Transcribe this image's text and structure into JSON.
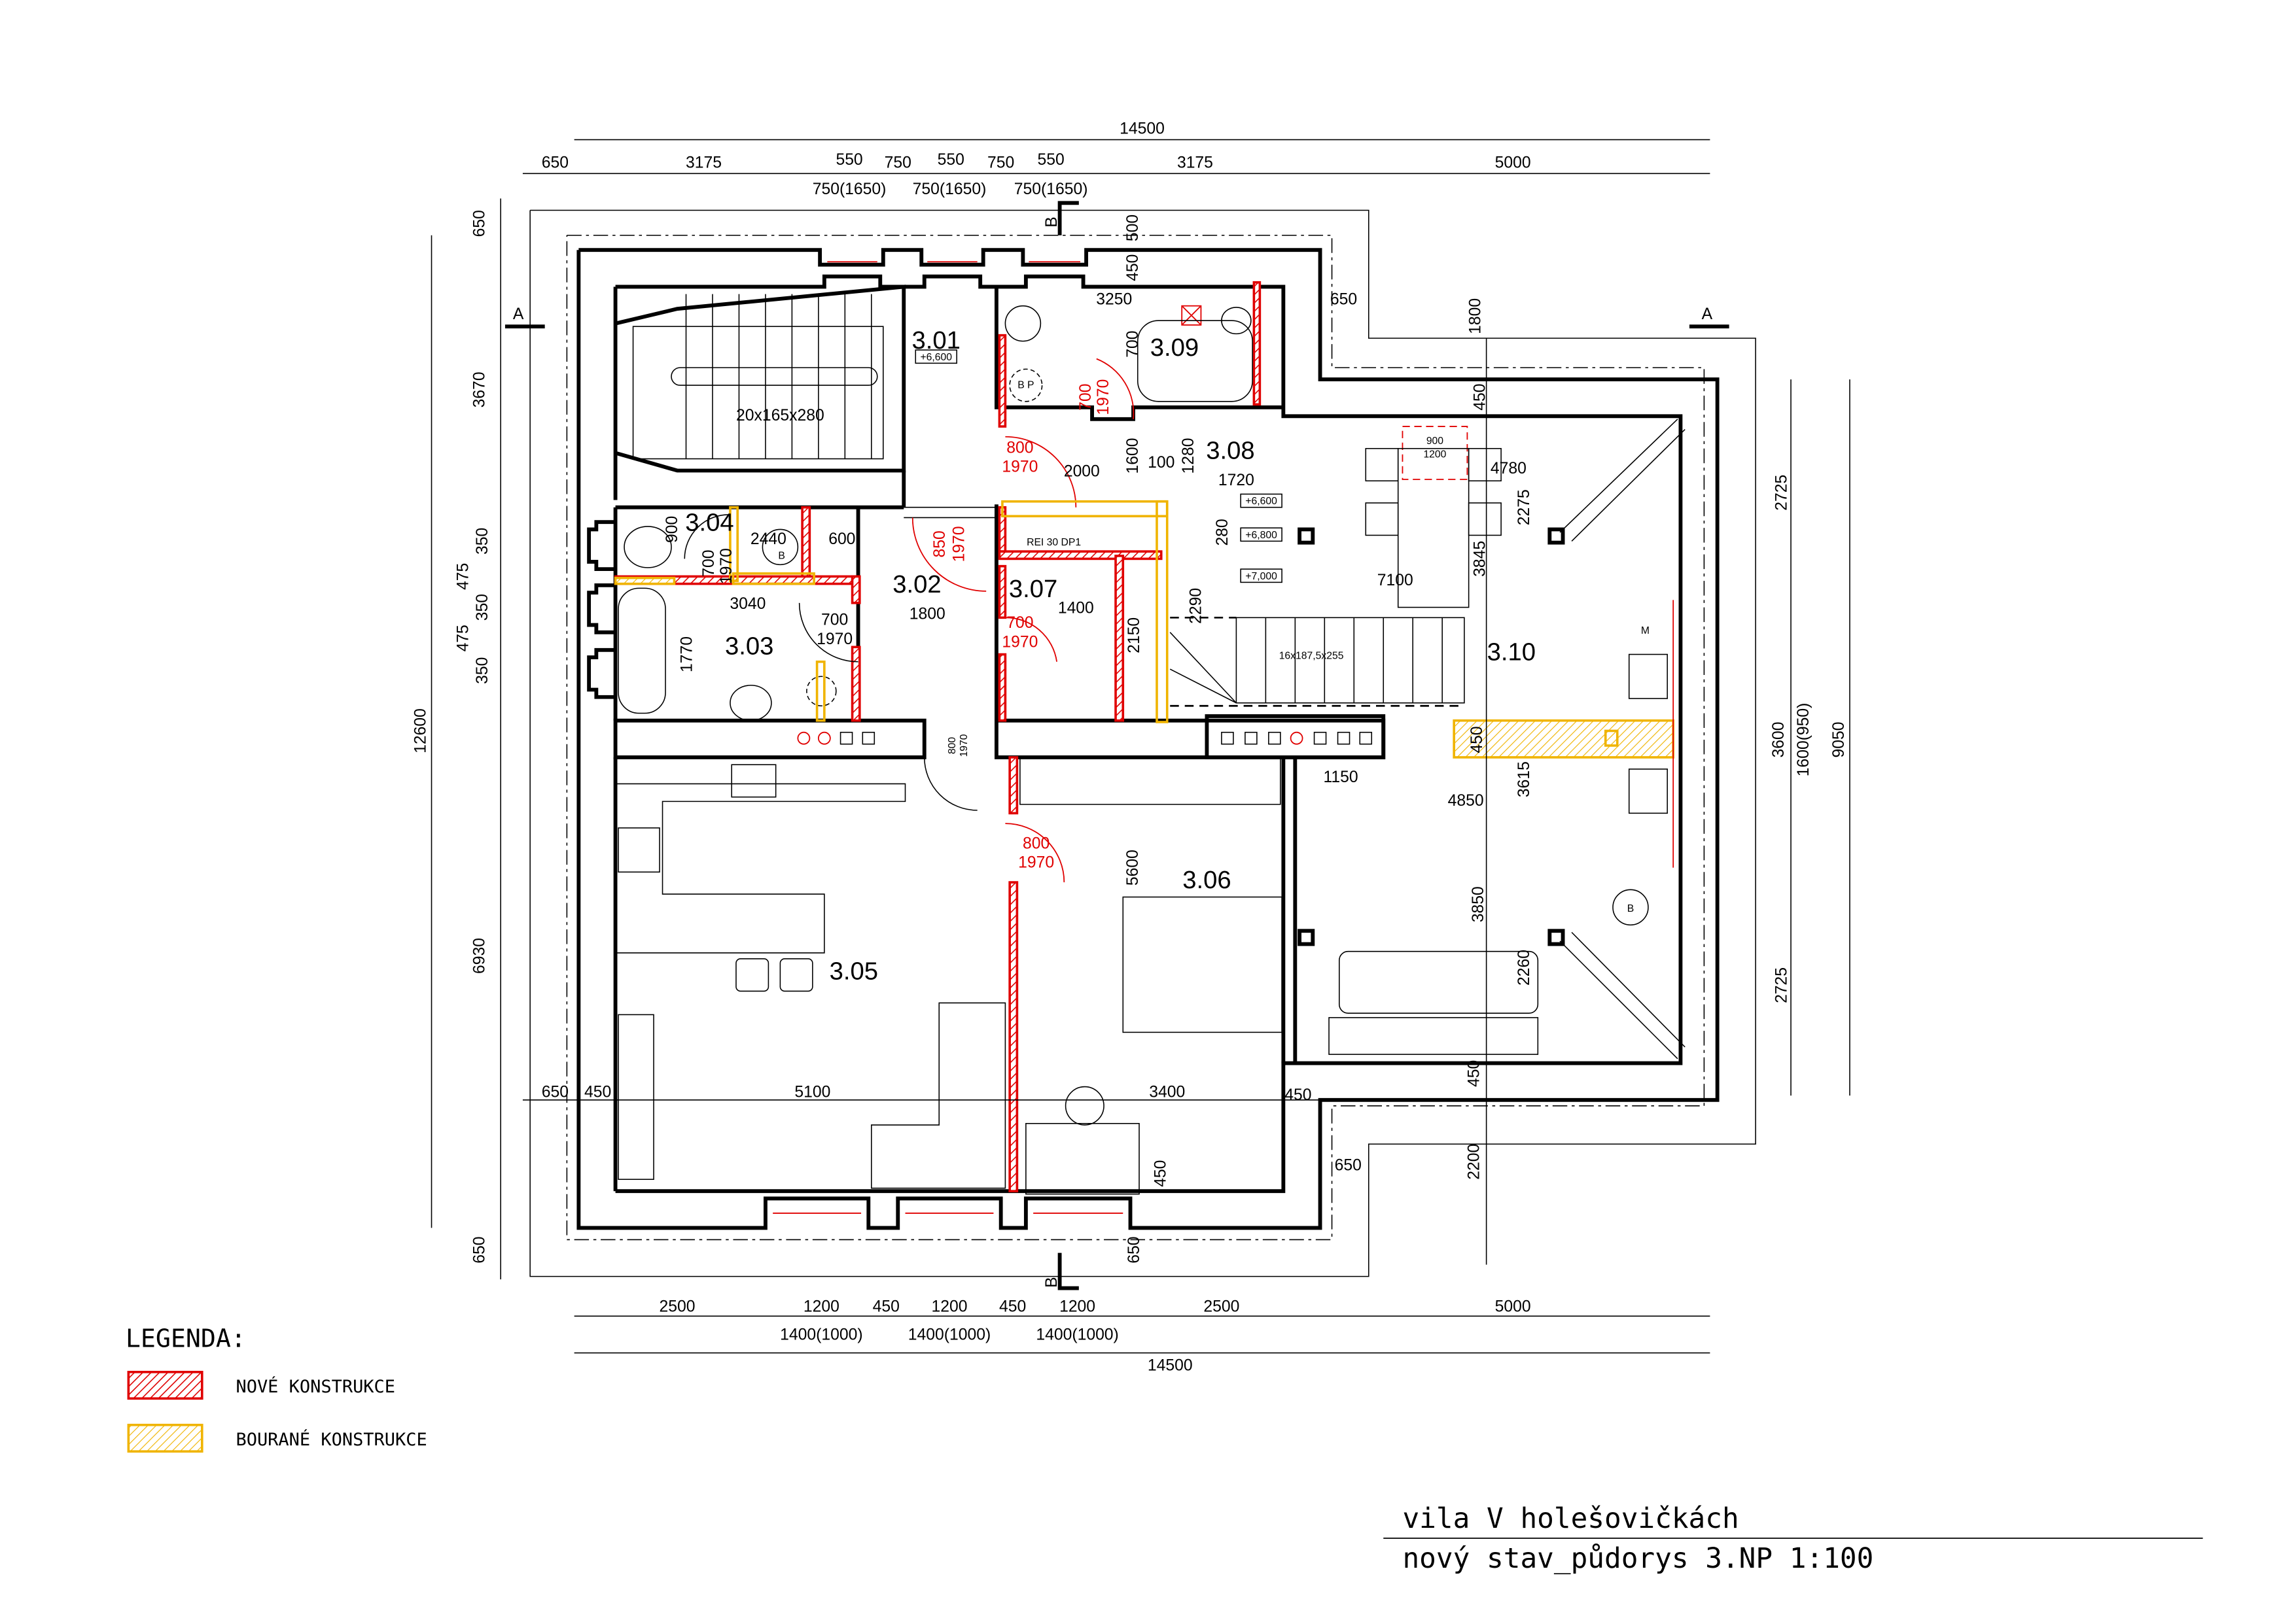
{
  "legend": {
    "heading": "LEGENDA:",
    "items": [
      {
        "label": "NOVÉ KONSTRUKCE",
        "color": "#e00000"
      },
      {
        "label": "BOURANÉ KONSTRUKCE",
        "color": "#f0b400"
      }
    ]
  },
  "title_block": {
    "project": "vila V holešovičkách",
    "sheet": "nový stav_půdorys 3.NP 1:100"
  },
  "section_marks": {
    "a_left": "A",
    "a_right": "A",
    "b_top": "B",
    "b_bottom": "B"
  },
  "dims": {
    "top_total": "14500",
    "top": [
      "650",
      "3175",
      "550",
      "750",
      "550",
      "750",
      "550",
      "3175",
      "5000"
    ],
    "top_windows": [
      "750(1650)",
      "750(1650)",
      "750(1650)"
    ],
    "bottom": [
      "2500",
      "1200",
      "450",
      "1200",
      "450",
      "1200",
      "2500",
      "5000"
    ],
    "bottom_windows": [
      "1400(1000)",
      "1400(1000)",
      "1400(1000)"
    ],
    "bottom_total": "14500",
    "left": [
      "650",
      "3670",
      "350",
      "475",
      "350",
      "475",
      "350",
      "6930",
      "650"
    ],
    "left_total": "12600",
    "right": [
      "2725",
      "3600",
      "1600(950)",
      "9050",
      "2725"
    ]
  },
  "rooms": [
    {
      "id": "3.01",
      "level": "+6,600"
    },
    {
      "id": "3.02"
    },
    {
      "id": "3.03"
    },
    {
      "id": "3.04"
    },
    {
      "id": "3.05"
    },
    {
      "id": "3.06"
    },
    {
      "id": "3.07"
    },
    {
      "id": "3.08"
    },
    {
      "id": "3.09"
    },
    {
      "id": "3.10"
    }
  ],
  "levels": [
    "+6,600",
    "+6,800",
    "+7,000"
  ],
  "stairs": {
    "main": "20x165x280",
    "spiral": "16x187,5x255"
  },
  "fire_label": "REI 30 DP1",
  "appliance_labels": {
    "boiler": "B P",
    "b1": "B",
    "b2": "B",
    "m": "M"
  },
  "doors": [
    {
      "w": "800",
      "h": "1970"
    },
    {
      "w": "850",
      "h": "1970"
    },
    {
      "w": "700",
      "h": "1970"
    },
    {
      "w": "700",
      "h": "1970"
    },
    {
      "w": "700",
      "h": "1970"
    },
    {
      "w": "700",
      "h": "1970"
    },
    {
      "w": "800",
      "h": "1970"
    },
    {
      "w": "800",
      "h": "1970"
    }
  ],
  "table": {
    "w": "900",
    "h": "1200"
  },
  "inner_dims": [
    "3250",
    "650",
    "1800",
    "2000",
    "1600",
    "100",
    "1280",
    "1720",
    "4780",
    "2275",
    "280",
    "7100",
    "3845",
    "450",
    "2290",
    "2150",
    "1400",
    "2440",
    "600",
    "900",
    "3040",
    "1800",
    "1770",
    "5100",
    "3400",
    "650",
    "450",
    "450",
    "5600",
    "1150",
    "4850",
    "3615",
    "450",
    "3850",
    "2260",
    "450",
    "2200",
    "650",
    "450",
    "650",
    "700",
    "450",
    "500"
  ]
}
